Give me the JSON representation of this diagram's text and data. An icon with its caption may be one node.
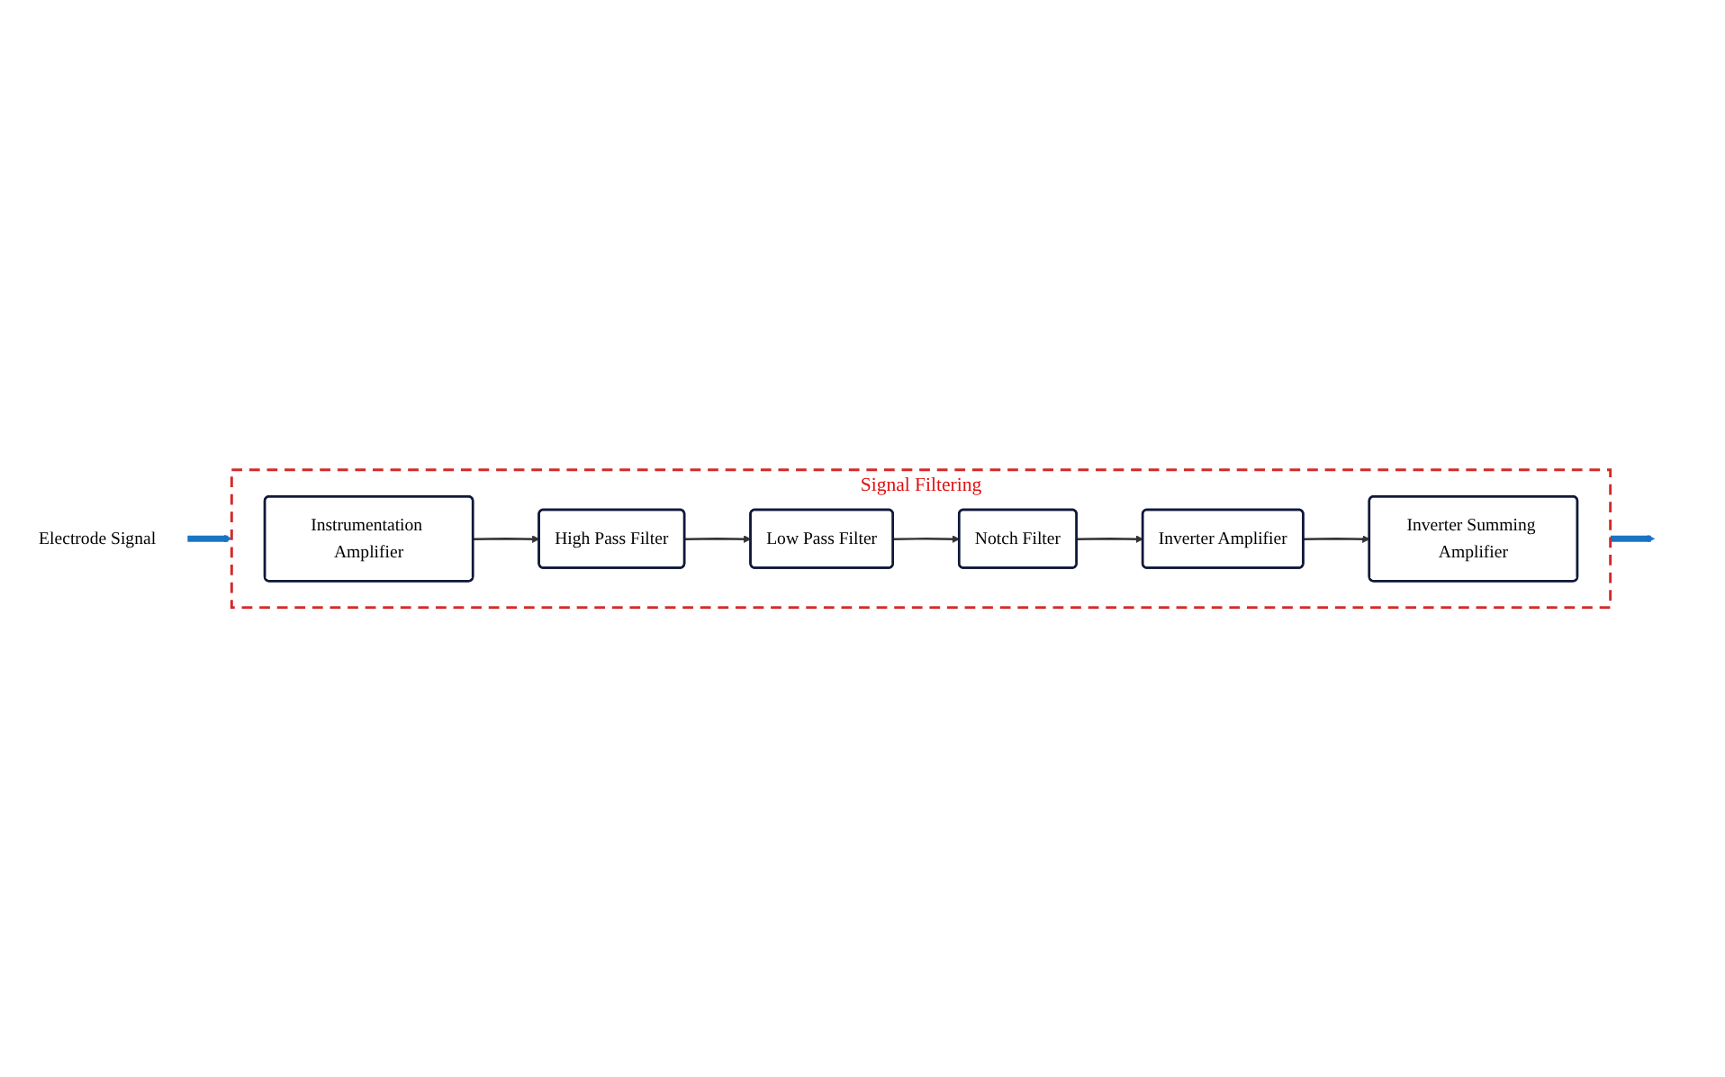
{
  "diagram": {
    "nodes": [
      {
        "text": [
          "Electrode Signal"
        ]
      },
      {
        "text": [
          "Signal Filtering"
        ]
      },
      {
        "text": [
          "Instrumentation Amplifier"
        ],
        "in": 1
      },
      {
        "text": [
          "High Pass Filter"
        ],
        "in": 1
      },
      {
        "text": [
          "Low Pass Filter"
        ],
        "in": 1
      },
      {
        "text": [
          "Notch Filter"
        ],
        "in": 1
      },
      {
        "text": [
          "Inverter Amplifier"
        ],
        "in": 1
      },
      {
        "text": [
          "Inverter Summing Amplifier"
        ],
        "in": 1
      }
    ],
    "edges": [
      {
        "from": 0,
        "to": 1,
        "arrow": "to",
        "style": "thick",
        "color": "#1a74c4"
      },
      {
        "from": 2,
        "to": 3,
        "arrow": "to"
      },
      {
        "from": 3,
        "to": 4,
        "arrow": "to"
      },
      {
        "from": 4,
        "to": 5,
        "arrow": "to"
      },
      {
        "from": 5,
        "to": 6,
        "arrow": "to"
      },
      {
        "from": 6,
        "to": 7,
        "arrow": "to"
      },
      {
        "from": 1,
        "to": null,
        "arrow": "to",
        "style": "thick",
        "color": "#1a74c4"
      }
    ]
  }
}
